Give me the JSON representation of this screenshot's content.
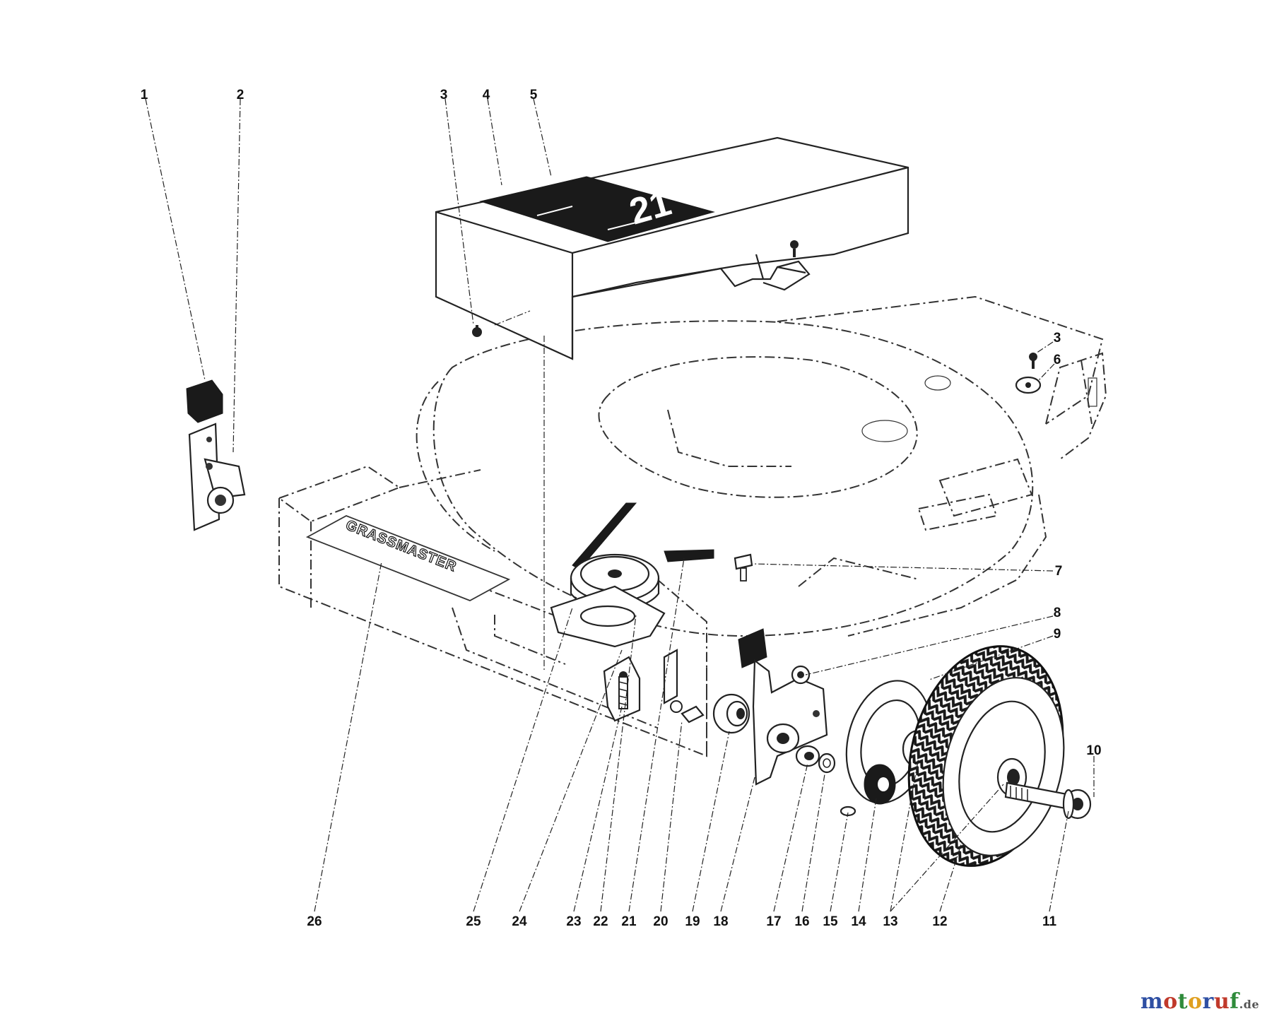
{
  "parts": [
    {
      "num": "1"
    },
    {
      "num": "2"
    },
    {
      "num": "3"
    },
    {
      "num": "4"
    },
    {
      "num": "5"
    },
    {
      "num": "3"
    },
    {
      "num": "6"
    },
    {
      "num": "7"
    },
    {
      "num": "8"
    },
    {
      "num": "9"
    },
    {
      "num": "10"
    },
    {
      "num": "11"
    },
    {
      "num": "12"
    },
    {
      "num": "13"
    },
    {
      "num": "14"
    },
    {
      "num": "15"
    },
    {
      "num": "16"
    },
    {
      "num": "17"
    },
    {
      "num": "18"
    },
    {
      "num": "19"
    },
    {
      "num": "20"
    },
    {
      "num": "21"
    },
    {
      "num": "22"
    },
    {
      "num": "23"
    },
    {
      "num": "24"
    },
    {
      "num": "25"
    },
    {
      "num": "26"
    }
  ],
  "cover": {
    "decal_number": "21"
  },
  "handle": {
    "brand_text": "GRASSMASTER"
  },
  "watermark": {
    "letters": [
      {
        "ch": "m",
        "color": "#2e4fa3"
      },
      {
        "ch": "o",
        "color": "#c0392b"
      },
      {
        "ch": "t",
        "color": "#2e8b3a"
      },
      {
        "ch": "o",
        "color": "#e0a020"
      },
      {
        "ch": "r",
        "color": "#2e4fa3"
      },
      {
        "ch": "u",
        "color": "#c0392b"
      },
      {
        "ch": "f",
        "color": "#2e8b3a"
      }
    ],
    "suffix": ".de",
    "suffix_color": "#555555"
  }
}
